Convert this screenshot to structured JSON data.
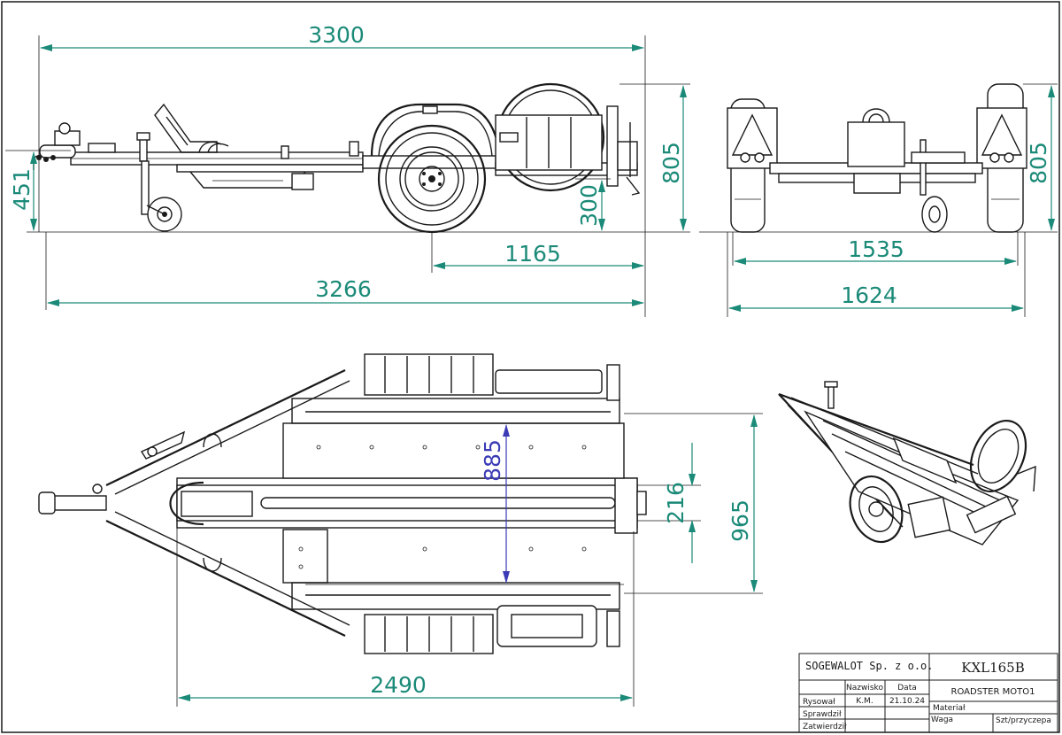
{
  "colors": {
    "dim_teal": "#1b8a78",
    "dim_blue": "#3b3bb6",
    "line": "#1a1a1a"
  },
  "dimensions": {
    "side_length_overall": "3300",
    "side_length_body": "3266",
    "side_rear_to_axle": "1165",
    "side_height": "805",
    "side_deck_height": "451",
    "side_ground_clearance": "300",
    "rear_track": "1535",
    "rear_width": "1624",
    "rear_height": "805",
    "top_length": "2490",
    "top_deck_width": "885",
    "top_rail_width": "216",
    "top_rail_span": "965"
  },
  "title_block": {
    "company": "SOGEWALOT Sp. z o.o.",
    "drawing_number": "KXL165B",
    "col_name": "Nazwisko",
    "col_date": "Data",
    "product_name": "ROADSTER MOTO1",
    "row_drawn": "Rysował",
    "drawn_by": "K.M.",
    "drawn_date": "21.10.24",
    "row_checked": "Sprawdził",
    "row_approved": "Zatwierdził",
    "material_label": "Materiał",
    "weight_label": "Waga",
    "type_label": "Szt/przyczepa"
  }
}
